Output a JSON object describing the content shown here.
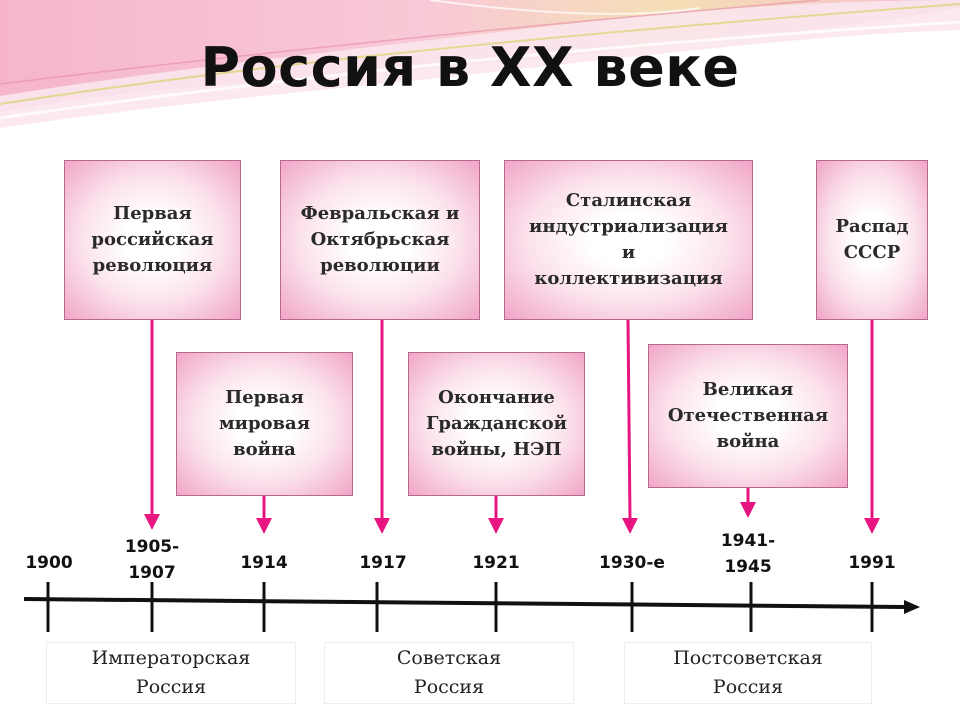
{
  "slide": {
    "title": "Россия в XX веке",
    "colors": {
      "arrow": "#e6157f",
      "box_border": "#b5698b",
      "box_glow": "#f0a5c6",
      "axis": "#111111"
    }
  },
  "events": [
    {
      "label": "Первая\nроссийская\nреволюция",
      "year": "1905-\n1907"
    },
    {
      "label": "Первая\nмировая\nвойна",
      "year": "1914"
    },
    {
      "label": "Февральская и\nОктябрьская\nреволюции",
      "year": "1917"
    },
    {
      "label": "Окончание\nГражданской\nвойны, НЭП",
      "year": "1921"
    },
    {
      "label": "Сталинская\nиндустриализация\nи\nколлективизация",
      "year": "1930-е"
    },
    {
      "label": "Великая\nОтечественная\nвойна",
      "year": "1941-\n1945"
    },
    {
      "label": "Распад\nСССР",
      "year": "1991"
    }
  ],
  "timeline": {
    "start_year": "1900"
  },
  "eras": [
    {
      "label": "Императорская\nРоссия"
    },
    {
      "label": "Советская\nРоссия"
    },
    {
      "label": "Постсоветская\nРоссия"
    }
  ]
}
